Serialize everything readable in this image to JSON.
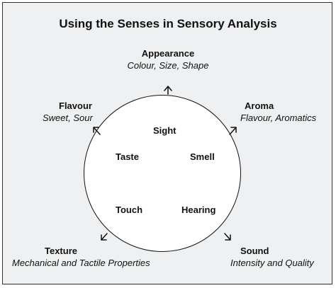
{
  "title": "Using the Senses in Sensory Analysis",
  "senses": [
    "Sight",
    "Taste",
    "Smell",
    "Touch",
    "Hearing"
  ],
  "attributes": [
    {
      "heading": "Appearance",
      "detail": "Colour, Size, Shape"
    },
    {
      "heading": "Aroma",
      "detail": "Flavour, Aromatics"
    },
    {
      "heading": "Flavour",
      "detail": "Sweet, Sour"
    },
    {
      "heading": "Texture",
      "detail": "Mechanical and Tactile Properties"
    },
    {
      "heading": "Sound",
      "detail": "Intensity and Quality"
    }
  ]
}
